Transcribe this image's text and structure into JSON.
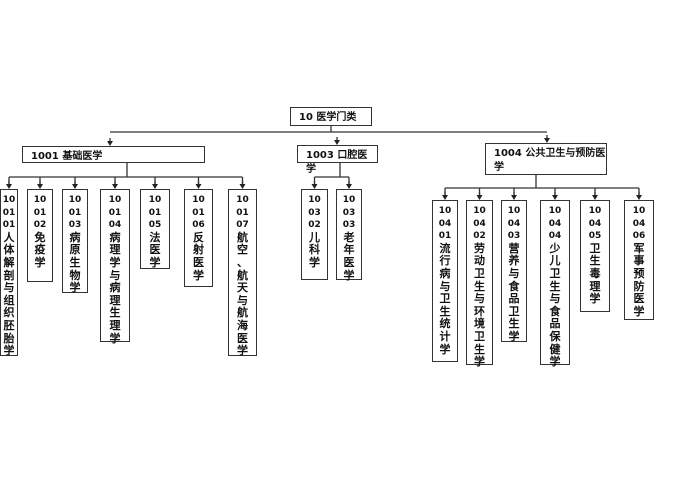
{
  "root": {
    "label": "10 医学门类"
  },
  "categories": [
    {
      "label": "1001  基础医学",
      "children": [
        {
          "code": [
            "10",
            "01",
            "01"
          ],
          "name": "人体解剖与组织胚胎学"
        },
        {
          "code": [
            "10",
            "01",
            "02"
          ],
          "name": "免疫学"
        },
        {
          "code": [
            "10",
            "01",
            "03"
          ],
          "name": "病原生物学"
        },
        {
          "code": [
            "10",
            "01",
            "04"
          ],
          "name": "病理学与病理生理学"
        },
        {
          "code": [
            "10",
            "01",
            "05"
          ],
          "name": "法医学"
        },
        {
          "code": [
            "10",
            "01",
            "06"
          ],
          "name": "反射医学"
        },
        {
          "code": [
            "10",
            "01",
            "07"
          ],
          "name": "航空、航天与航海医学"
        }
      ]
    },
    {
      "label": "1003 口腔医学",
      "children": [
        {
          "code": [
            "10",
            "03",
            "02"
          ],
          "name": "儿科学"
        },
        {
          "code": [
            "10",
            "03",
            "03"
          ],
          "name": "老年医学"
        }
      ]
    },
    {
      "label": "1004  公共卫生与预防医学",
      "children": [
        {
          "code": [
            "10",
            "04",
            "01"
          ],
          "name": "流行病与卫生统计学"
        },
        {
          "code": [
            "10",
            "04",
            "02"
          ],
          "name": "劳动卫生与环境卫生学"
        },
        {
          "code": [
            "10",
            "04",
            "03"
          ],
          "name": "营养与食品卫生学"
        },
        {
          "code": [
            "10",
            "04",
            "04"
          ],
          "name": "少儿卫生与食品保健学"
        },
        {
          "code": [
            "10",
            "04",
            "05"
          ],
          "name": "卫生毒理学"
        },
        {
          "code": [
            "10",
            "04",
            "06"
          ],
          "name": "军事预防医学"
        }
      ]
    }
  ]
}
